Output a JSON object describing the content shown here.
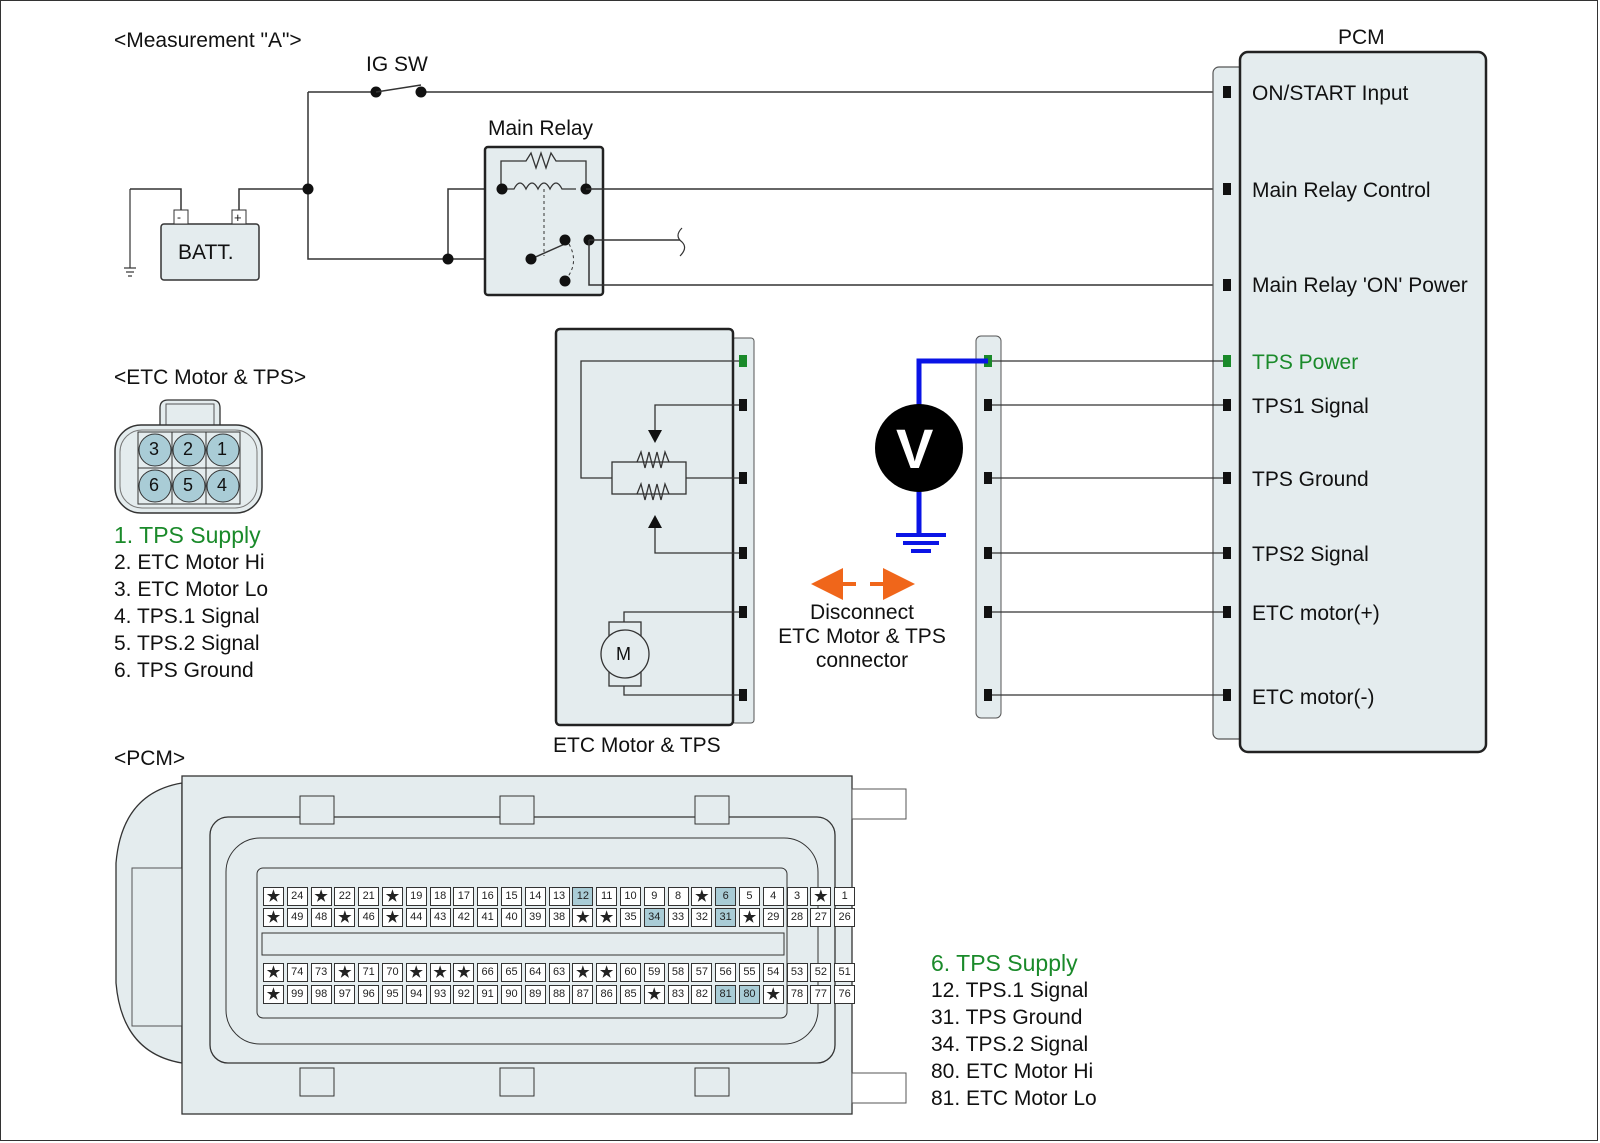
{
  "measurement": {
    "title": "<Measurement \"A\">",
    "ig_sw_label": "IG SW",
    "main_relay_label": "Main Relay",
    "battery_label": "BATT.",
    "battery_neg": "-",
    "battery_pos": "+"
  },
  "pcm_block": {
    "title": "PCM",
    "pins": [
      {
        "label": "ON/START Input",
        "highlight": false
      },
      {
        "label": "Main Relay Control",
        "highlight": false
      },
      {
        "label": "Main Relay 'ON' Power",
        "highlight": false
      },
      {
        "label": "TPS Power",
        "highlight": true
      },
      {
        "label": "TPS1 Signal",
        "highlight": false
      },
      {
        "label": "TPS Ground",
        "highlight": false
      },
      {
        "label": "TPS2 Signal",
        "highlight": false
      },
      {
        "label": "ETC motor(+)",
        "highlight": false
      },
      {
        "label": "ETC motor(-)",
        "highlight": false
      }
    ]
  },
  "etc_block": {
    "label": "ETC Motor & TPS",
    "motor_symbol": "M"
  },
  "voltmeter": {
    "symbol": "V"
  },
  "disconnect_note": {
    "line1": "Disconnect",
    "line2": "ETC Motor & TPS",
    "line3": "connector"
  },
  "etc_connector": {
    "title": "<ETC Motor & TPS>",
    "pins_top": [
      "3",
      "2",
      "1"
    ],
    "pins_bottom": [
      "6",
      "5",
      "4"
    ],
    "legend": [
      "1. TPS Supply",
      "2. ETC Motor Hi",
      "3. ETC Motor Lo",
      "4. TPS.1 Signal",
      "5. TPS.2 Signal",
      "6. TPS Ground"
    ]
  },
  "pcm_connector": {
    "title": "<PCM>",
    "rows": [
      [
        "★",
        "24",
        "★",
        "22",
        "21",
        "★",
        "19",
        "18",
        "17",
        "16",
        "15",
        "14",
        "13",
        "12",
        "11",
        "10",
        "9",
        "8",
        "★",
        "6",
        "5",
        "4",
        "3",
        "★",
        "1"
      ],
      [
        "★",
        "49",
        "48",
        "★",
        "46",
        "★",
        "44",
        "43",
        "42",
        "41",
        "40",
        "39",
        "38",
        "★",
        "★",
        "35",
        "34",
        "33",
        "32",
        "31",
        "★",
        "29",
        "28",
        "27",
        "26"
      ],
      [
        "★",
        "74",
        "73",
        "★",
        "71",
        "70",
        "★",
        "★",
        "★",
        "66",
        "65",
        "64",
        "63",
        "★",
        "★",
        "60",
        "59",
        "58",
        "57",
        "56",
        "55",
        "54",
        "53",
        "52",
        "51"
      ],
      [
        "★",
        "99",
        "98",
        "97",
        "96",
        "95",
        "94",
        "93",
        "92",
        "91",
        "90",
        "89",
        "88",
        "87",
        "86",
        "85",
        "★",
        "83",
        "82",
        "81",
        "80",
        "★",
        "78",
        "77",
        "76"
      ]
    ],
    "highlighted_pins": [
      "6",
      "12",
      "31",
      "34",
      "80",
      "81"
    ],
    "legend": [
      "6. TPS Supply",
      "12. TPS.1 Signal",
      "31. TPS Ground",
      "34. TPS.2 Signal",
      "80. ETC Motor Hi",
      "81. ETC Motor Lo"
    ]
  },
  "colors": {
    "highlight_green": "#1a8a2a",
    "probe_blue": "#0a14e6",
    "arrow_orange": "#f0661a",
    "panel_fill": "#e4ecee",
    "pin_highlight": "#a9ccd6"
  }
}
